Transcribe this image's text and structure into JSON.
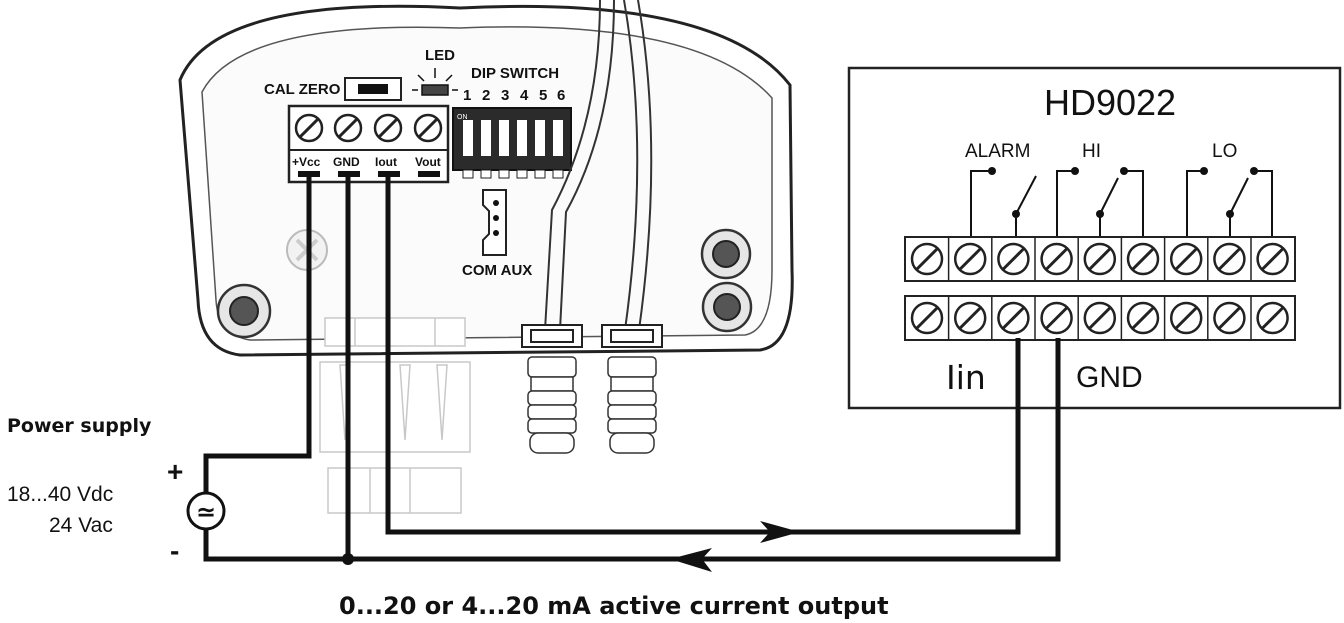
{
  "device": {
    "cal_zero": "CAL ZERO",
    "led": "LED",
    "dip_switch": "DIP SWITCH",
    "dip_numbers": [
      "1",
      "2",
      "3",
      "4",
      "5",
      "6"
    ],
    "dip_on": "ON",
    "terminals": [
      "+Vcc",
      "GND",
      "Iout",
      "Vout"
    ],
    "com_aux": "COM AUX"
  },
  "hd9022": {
    "title": "HD9022",
    "alarm": "ALARM",
    "hi": "HI",
    "lo": "LO",
    "iin": "Iin",
    "gnd": "GND"
  },
  "power": {
    "heading": "Power supply",
    "vdc": "18...40 Vdc",
    "vac": "24 Vac",
    "plus": "+",
    "minus": "-",
    "symbol": "≃"
  },
  "caption": "0...20 or 4...20 mA active current output"
}
